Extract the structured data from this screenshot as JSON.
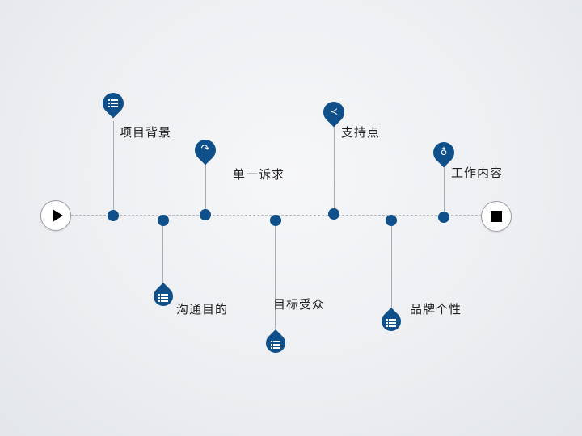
{
  "timeline": {
    "start_button": {
      "icon": "play-icon"
    },
    "end_button": {
      "icon": "stop-icon"
    },
    "items": [
      {
        "label": "项目背景",
        "icon": "list-icon",
        "position": "above"
      },
      {
        "label": "沟通目的",
        "icon": "list-icon",
        "position": "below"
      },
      {
        "label": "单一诉求",
        "icon": "redo-arrow-icon",
        "position": "above"
      },
      {
        "label": "目标受众",
        "icon": "list-icon",
        "position": "below"
      },
      {
        "label": "支持点",
        "icon": "share-icon",
        "position": "above"
      },
      {
        "label": "品牌个性",
        "icon": "list-icon",
        "position": "below"
      },
      {
        "label": "工作内容",
        "icon": "lightbulb-icon",
        "position": "above"
      }
    ]
  },
  "colors": {
    "accent": "#0f4f8a",
    "line": "#a9adb3",
    "text": "#222222"
  }
}
